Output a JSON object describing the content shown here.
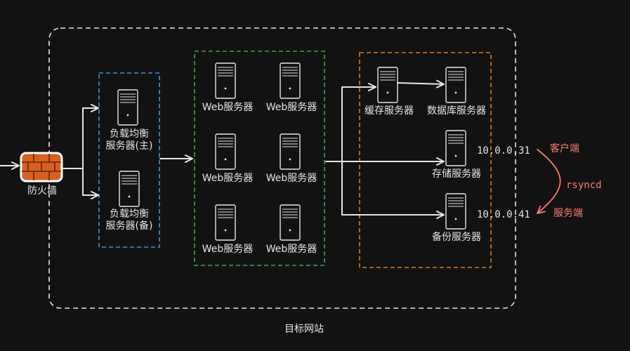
{
  "colors": {
    "background": "#121212",
    "stroke": "#e6e6e6",
    "lb_group": "#4a90d9",
    "web_group": "#3aa94a",
    "backend_group": "#e07a1f",
    "firewall": "#d9601c",
    "rsync": "#ff7b72"
  },
  "labels": {
    "firewall": "防火墙",
    "lb_main_line1": "负载均衡",
    "lb_main_line2": "服务器(主)",
    "lb_backup_line1": "负载均衡",
    "lb_backup_line2": "服务器(备)",
    "web": [
      "Web服务器",
      "Web服务器",
      "Web服务器",
      "Web服务器",
      "Web服务器",
      "Web服务器"
    ],
    "cache": "缓存服务器",
    "database": "数据库服务器",
    "storage": "存储服务器",
    "backup": "备份服务器",
    "ip_storage": "10.0.0.31",
    "ip_backup": "10.0.0.41",
    "client": "客户端",
    "rsyncd": "rsyncd",
    "server_side": "服务端",
    "site": "目标网站"
  },
  "icons": {
    "server": "server-icon",
    "firewall": "brick-wall-icon",
    "arrow": "arrow-right-icon"
  }
}
